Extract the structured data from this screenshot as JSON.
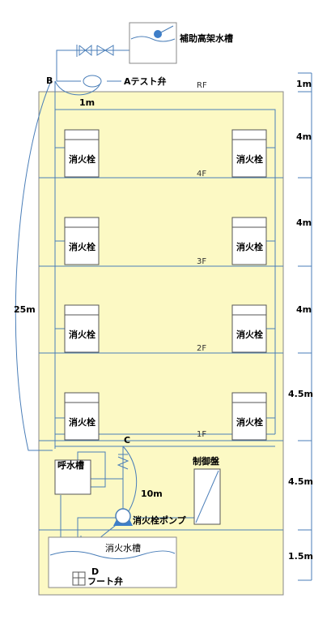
{
  "title_tank": "補助高架水槽",
  "test_valve": "Aテスト弁",
  "point_b": "B",
  "point_c": "C",
  "point_d": "D",
  "roof": "RF",
  "floors": [
    "4F",
    "3F",
    "2F",
    "1F"
  ],
  "hydrant": "消火栓",
  "priming_tank": "呼水槽",
  "control_panel": "制御盤",
  "pump": "消火栓ポンプ",
  "water_tank": "消火水槽",
  "foot_valve": "フート弁",
  "len_1m": "1m",
  "len_25m": "25m",
  "len_10m": "10m",
  "heights": [
    "1m",
    "4m",
    "4m",
    "4m",
    "4.5m",
    "4.5m",
    "1.5m"
  ],
  "colors": {
    "building": "#fcf9c4",
    "line": "#4a7eb8",
    "accent": "#3d7ec9"
  }
}
